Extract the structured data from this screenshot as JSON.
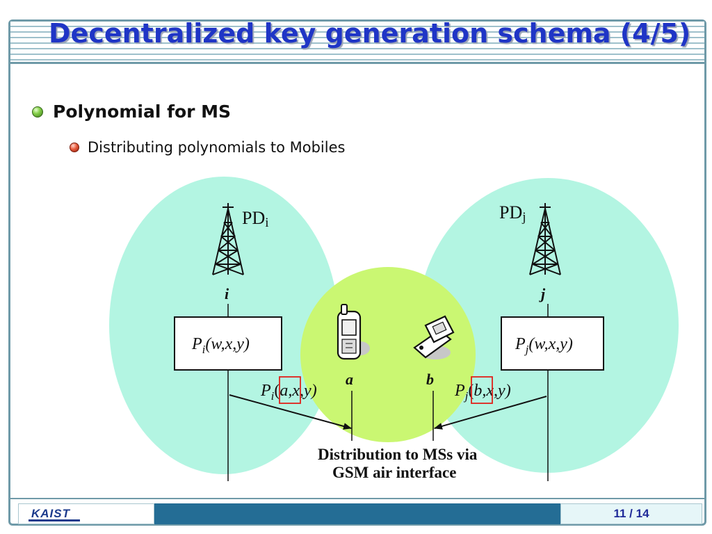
{
  "slide": {
    "title": "Decentralized key generation schema (4/5)"
  },
  "content": {
    "bullet1": "Polynomial for MS",
    "bullet2": "Distributing polynomials to Mobiles"
  },
  "diagram": {
    "pd_i": {
      "base": "PD",
      "sub": "i"
    },
    "pd_j": {
      "base": "PD",
      "sub": "j"
    },
    "node_i": "i",
    "node_j": "j",
    "box_i": {
      "p": "P",
      "sub": "i",
      "args": "(w,x,y)"
    },
    "box_j": {
      "p": "P",
      "sub": "j",
      "args": "(w,x,y)"
    },
    "mobile_a": "a",
    "mobile_b": "b",
    "poly_a": {
      "p": "P",
      "sub": "i",
      "open": "(",
      "hl": "a",
      "rest": ",x,y)"
    },
    "poly_b": {
      "p": "P",
      "sub": "j",
      "open": "(",
      "hl": "b",
      "rest": ",x,y)"
    },
    "caption_line1": "Distribution to MSs via",
    "caption_line2": "GSM air interface",
    "colors": {
      "cell_mint": "#b3f5e2",
      "cell_lime": "#caf772",
      "highlight_box": "#e0211b"
    }
  },
  "footer": {
    "logo": "KAIST",
    "page": "11 / 14"
  }
}
